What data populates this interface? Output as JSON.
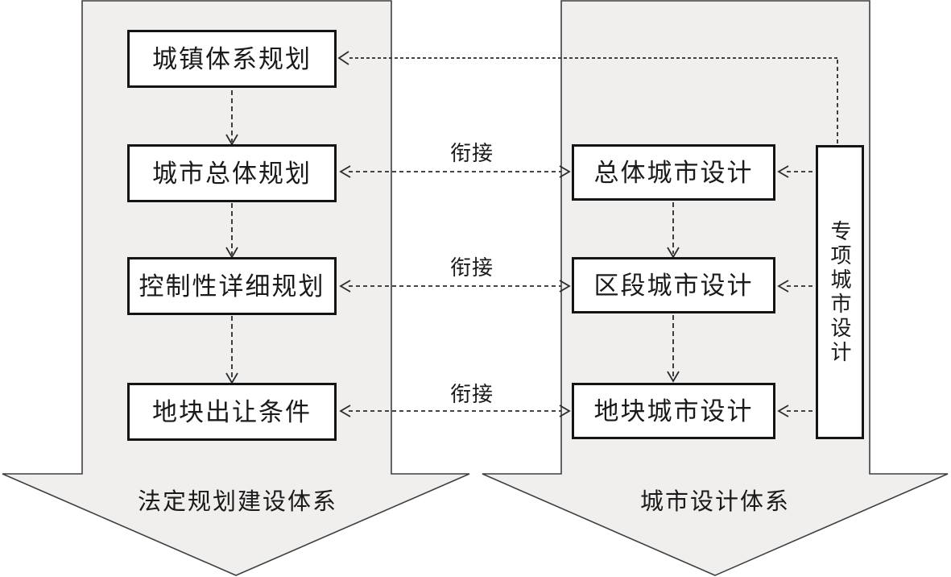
{
  "diagram": {
    "left_system": {
      "label": "法定规划建设体系",
      "boxes": [
        {
          "label": "城镇体系规划"
        },
        {
          "label": "城市总体规划"
        },
        {
          "label": "控制性详细规划"
        },
        {
          "label": "地块出让条件"
        }
      ]
    },
    "right_system": {
      "label": "城市设计体系",
      "boxes": [
        {
          "label": "总体城市设计"
        },
        {
          "label": "区段城市设计"
        },
        {
          "label": "地块城市设计"
        }
      ],
      "special_box": {
        "label": "专项城市设计"
      }
    },
    "links": [
      {
        "label": "衔接"
      },
      {
        "label": "衔接"
      },
      {
        "label": "衔接"
      }
    ],
    "colors": {
      "panel_fill": "#f0efed",
      "panel_border": "#3f3f3f",
      "box_fill": "#ffffff",
      "box_border": "#141414",
      "connector": "#2b2b2b",
      "text": "#1a1a1a"
    }
  }
}
